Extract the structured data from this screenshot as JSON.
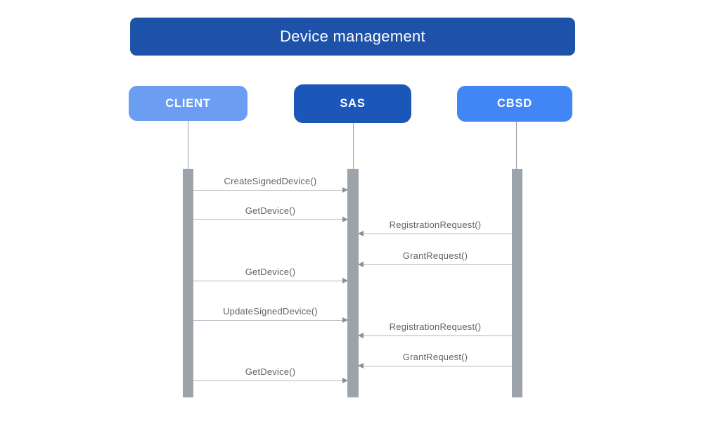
{
  "title": "Device management",
  "actors": [
    {
      "label": "CLIENT",
      "color": "#6B9DF2"
    },
    {
      "label": "SAS",
      "color": "#1B57B9"
    },
    {
      "label": "CBSD",
      "color": "#4285F4"
    }
  ],
  "messages": [
    {
      "label": "CreateSignedDevice()",
      "from": "CLIENT",
      "to": "SAS",
      "direction": "right"
    },
    {
      "label": "GetDevice()",
      "from": "CLIENT",
      "to": "SAS",
      "direction": "right"
    },
    {
      "label": "RegistrationRequest()",
      "from": "CBSD",
      "to": "SAS",
      "direction": "left"
    },
    {
      "label": "GrantRequest()",
      "from": "CBSD",
      "to": "SAS",
      "direction": "left"
    },
    {
      "label": "GetDevice()",
      "from": "CLIENT",
      "to": "SAS",
      "direction": "right"
    },
    {
      "label": "UpdateSignedDevice()",
      "from": "CLIENT",
      "to": "SAS",
      "direction": "right"
    },
    {
      "label": "RegistrationRequest()",
      "from": "CBSD",
      "to": "SAS",
      "direction": "left"
    },
    {
      "label": "GrantRequest()",
      "from": "CBSD",
      "to": "SAS",
      "direction": "left"
    },
    {
      "label": "GetDevice()",
      "from": "CLIENT",
      "to": "SAS",
      "direction": "right"
    }
  ],
  "colors": {
    "title_bar": "#1E52A8",
    "client_box": "#6B9DF2",
    "sas_box": "#1B57B9",
    "cbsd_box": "#4285F4",
    "lifeline": "#9AA0A6",
    "activation_bar": "#9DA3AA",
    "arrow_line": "#B3B7BC",
    "arrow_head": "#8A9096",
    "message_text": "#5F6368",
    "background": "#FFFFFF"
  }
}
